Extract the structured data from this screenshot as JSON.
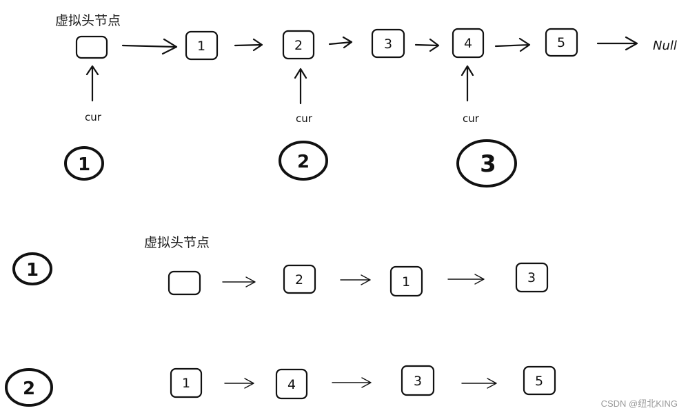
{
  "diagram": {
    "top_row": {
      "dummy_head_label": "虚拟头节点",
      "nodes": [
        "",
        "1",
        "2",
        "3",
        "4",
        "5"
      ],
      "terminal": "Null",
      "pointer_label": "cur",
      "step_markers": [
        "1",
        "2",
        "3"
      ]
    },
    "result_1": {
      "marker": "1",
      "dummy_head_label": "虚拟头节点",
      "nodes": [
        "",
        "2",
        "1",
        "3"
      ]
    },
    "result_2": {
      "marker": "2",
      "nodes": [
        "1",
        "4",
        "3",
        "5"
      ]
    }
  },
  "watermark": "CSDN @纽北KING"
}
